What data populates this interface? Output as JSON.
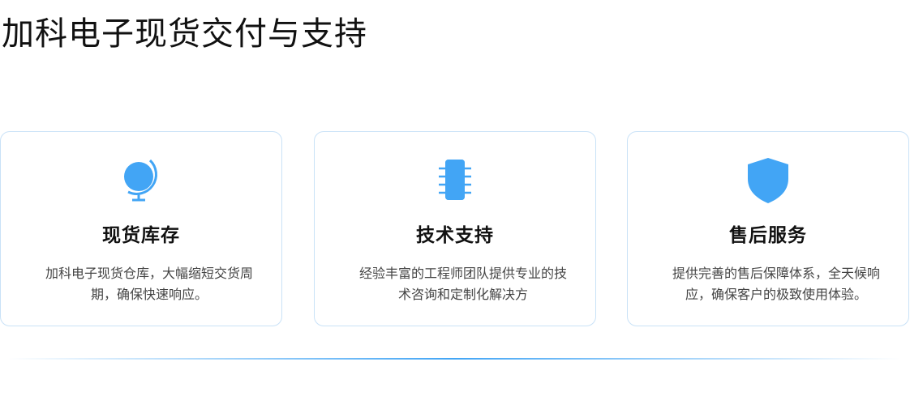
{
  "page": {
    "title": "加科电子现货交付与支持"
  },
  "cards": [
    {
      "title": "现货库存",
      "desc": "加科电子现货仓库，大幅缩短交货周期，确保快速响应。",
      "icon": "globe-icon"
    },
    {
      "title": "技术支持",
      "desc": "经验丰富的工程师团队提供专业的技术咨询和定制化解决方",
      "icon": "chip-icon"
    },
    {
      "title": "售后服务",
      "desc": "提供完善的售后保障体系，全天候响应，确保客户的极致使用体验。",
      "icon": "shield-icon"
    }
  ],
  "colors": {
    "accent": "#42a5f5",
    "border": "#c9e2f7"
  }
}
